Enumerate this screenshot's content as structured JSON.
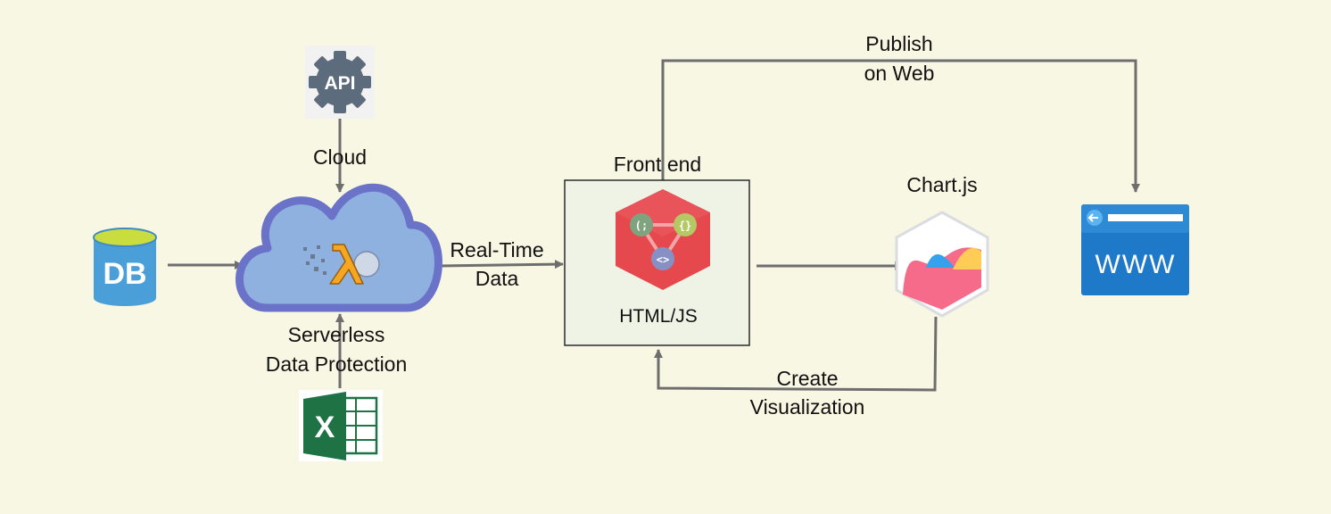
{
  "nodes": {
    "api": {
      "label": "API"
    },
    "cloud": {
      "title": "Cloud",
      "caption_line1": "Serverless",
      "caption_line2": "Data Protection"
    },
    "db": {
      "label": "DB"
    },
    "excel": {
      "label": "X"
    },
    "frontend": {
      "title": "Front end",
      "caption": "HTML/JS"
    },
    "chartjs": {
      "title": "Chart.js"
    },
    "web": {
      "label": "WWW"
    }
  },
  "edges": {
    "realtime": {
      "line1": "Real-Time",
      "line2": "Data"
    },
    "publish": {
      "line1": "Publish",
      "line2": "on Web"
    },
    "create": {
      "line1": "Create",
      "line2": "Visualization"
    }
  },
  "colors": {
    "background": "#f8f7e3",
    "arrow": "#6e6e6e",
    "cloud_fill": "#8fb1e0",
    "cloud_stroke": "#6a73c7",
    "api_gear": "#5c6c7c",
    "db_body": "#4a9fd8",
    "db_top": "#c9dd3f",
    "excel_green": "#1f7244",
    "frontend_box": "#eff3e6",
    "frontend_hex": "#e5484d",
    "lambda_orange": "#f5a623",
    "chart_pink": "#f66a8a",
    "chart_yellow": "#ffcd56",
    "chart_blue": "#36a2eb",
    "web_blue": "#1e79c9"
  }
}
